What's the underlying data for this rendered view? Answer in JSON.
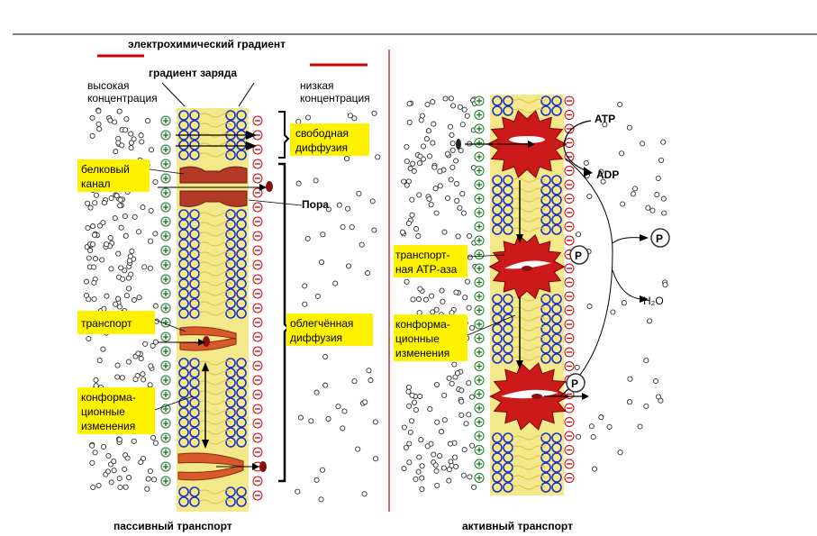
{
  "header": {
    "title": "электрохимический градиент",
    "charge_gradient": "градиент заряда",
    "high_conc_line1": "высокая",
    "high_conc_line2": "концентрация",
    "low_conc_line1": "низкая",
    "low_conc_line2": "концентрация"
  },
  "passive": {
    "free_diffusion_line1": "свободная",
    "free_diffusion_line2": "диффузия",
    "protein_channel_line1": "белковый",
    "protein_channel_line2": "канал",
    "pore": "Пора",
    "transport": "транспорт",
    "facilitated_line1": "облегчённая",
    "facilitated_line2": "диффузия",
    "conform_line1": "конформа-",
    "conform_line2": "ционные",
    "conform_line3": "изменения",
    "caption": "пассивный транспорт"
  },
  "active": {
    "atp": "ATP",
    "adp": "ADP",
    "phosphate": "P",
    "water": "H₂O",
    "atpase_line1": "транспорт-",
    "atpase_line2": "ная ATP-аза",
    "conform_line1": "конформа-",
    "conform_line2": "ционные",
    "conform_line3": "изменения",
    "caption": "активный транспорт"
  },
  "colors": {
    "label_bg": "#fff200",
    "red": "#cc0000",
    "blue": "#1a2fc8",
    "membrane_yellow": "#f4e98a",
    "green": "#1a7a1a",
    "protein": "#b43a28"
  }
}
